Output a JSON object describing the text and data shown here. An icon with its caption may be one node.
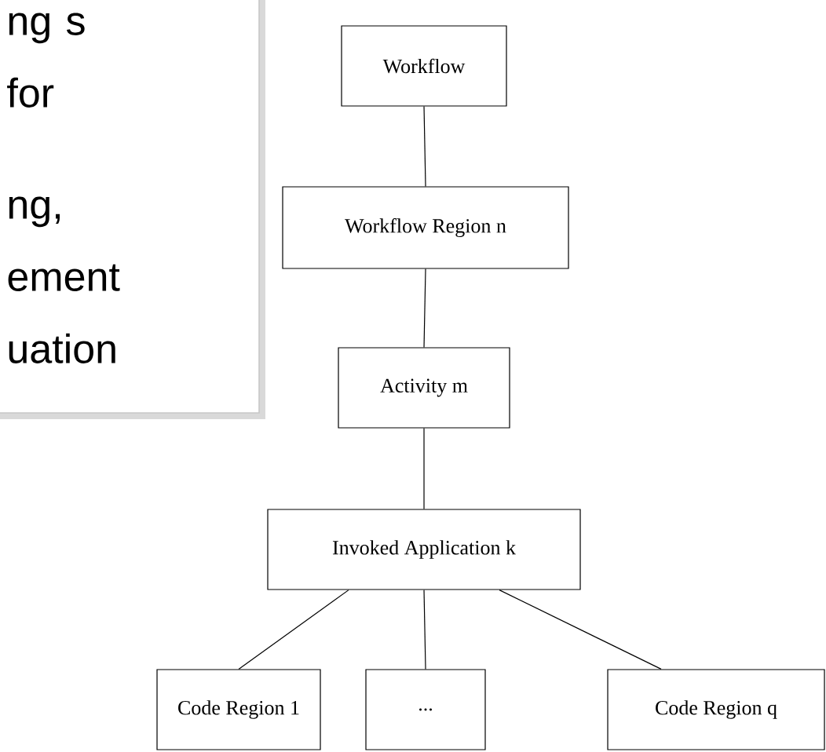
{
  "diagram": {
    "nodes": [
      {
        "text": [
          "ng s for",
          "ng, ement uation"
        ]
      },
      {
        "text": [
          "Workflow"
        ]
      },
      {
        "text": [
          "Workflow Region n"
        ]
      },
      {
        "text": [
          "Activity m"
        ]
      },
      {
        "text": [
          "Invoked Application k"
        ]
      },
      {
        "text": [
          "Code Region 1"
        ]
      },
      {
        "text": [
          "..."
        ]
      },
      {
        "text": [
          "Code Region q"
        ]
      }
    ],
    "edges": [
      {
        "from": 1,
        "to": 2,
        "arrow": "none"
      },
      {
        "from": 2,
        "to": 3,
        "arrow": "none"
      },
      {
        "from": 3,
        "to": 4,
        "arrow": "none"
      },
      {
        "from": 4,
        "to": 5,
        "arrow": "none"
      },
      {
        "from": 4,
        "to": 6,
        "arrow": "none"
      },
      {
        "from": 4,
        "to": 7,
        "arrow": "none"
      }
    ]
  }
}
